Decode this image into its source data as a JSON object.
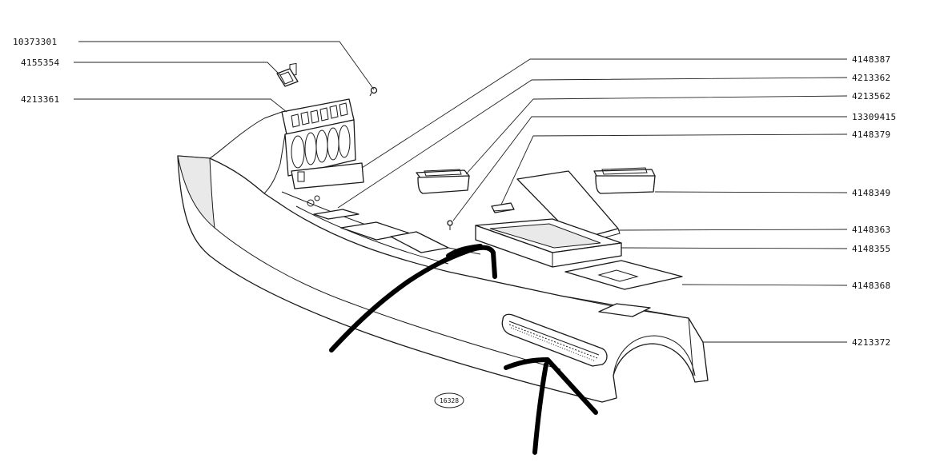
{
  "figure_number": "16328",
  "part_numbers": {
    "p10373301": "10373301",
    "p4155354": "4155354",
    "p4213361": "4213361",
    "p4148387": "4148387",
    "p4213362": "4213362",
    "p4213562": "4213562",
    "p13309415": "13309415",
    "p4148379": "4148379",
    "p4148349": "4148349",
    "p4148363": "4148363",
    "p4148355": "4148355",
    "p4148368": "4148368",
    "p4213372": "4213372"
  },
  "colors": {
    "line": "#1a1a1a",
    "marker": "#000000",
    "background": "#ffffff"
  }
}
